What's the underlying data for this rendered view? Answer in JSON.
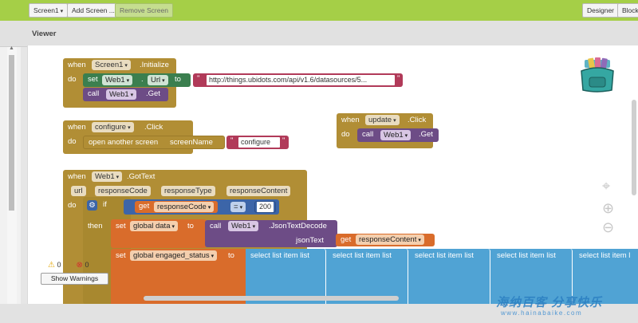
{
  "toolbar": {
    "screen_select": "Screen1",
    "add_screen": "Add Screen ...",
    "remove_screen": "Remove Screen",
    "designer": "Designer",
    "blocks": "Blocks"
  },
  "viewer": {
    "title": "Viewer"
  },
  "blocks": {
    "init": {
      "when": "when",
      "component": "Screen1",
      "event": ".Initialize",
      "do": "do",
      "set": "set",
      "set_component": "Web1",
      "set_dot": ".",
      "set_prop": "Url",
      "to": "to",
      "url_value": "http://things.ubidots.com/api/v1.6/datasources/5...",
      "call": "call",
      "call_component": "Web1",
      "call_method": ".Get"
    },
    "configure": {
      "when": "when",
      "component": "configure",
      "event": ".Click",
      "do": "do",
      "action": "open another screen",
      "param": "screenName",
      "value": "configure"
    },
    "update": {
      "when": "when",
      "component": "update",
      "event": ".Click",
      "do": "do",
      "call": "call",
      "call_component": "Web1",
      "call_method": ".Get"
    },
    "gottext": {
      "when": "when",
      "component": "Web1",
      "event": ".GotText",
      "params": [
        "url",
        "responseCode",
        "responseType",
        "responseContent"
      ],
      "do": "do",
      "if": "if",
      "get": "get",
      "get_var": "responseCode",
      "op": "=",
      "num": "200",
      "then": "then",
      "set1": "set",
      "set1_var": "global data",
      "to": "to",
      "call": "call",
      "call_component": "Web1",
      "call_method": ".JsonTextDecode",
      "jsontext": "jsonText",
      "get2": "get",
      "get2_var": "responseContent",
      "set2": "set",
      "set2_var": "global engaged_status",
      "to2": "to",
      "select_list": [
        "select list item  list",
        "select list item  list",
        "select list item  list",
        "select list item  list",
        "select list item  l"
      ]
    }
  },
  "warnings": {
    "warning_count": "0",
    "error_count": "0",
    "show_warnings": "Show Warnings"
  },
  "watermark": {
    "line1": "海纳百客 分享快乐",
    "line2": "www.hainabaike.com"
  }
}
